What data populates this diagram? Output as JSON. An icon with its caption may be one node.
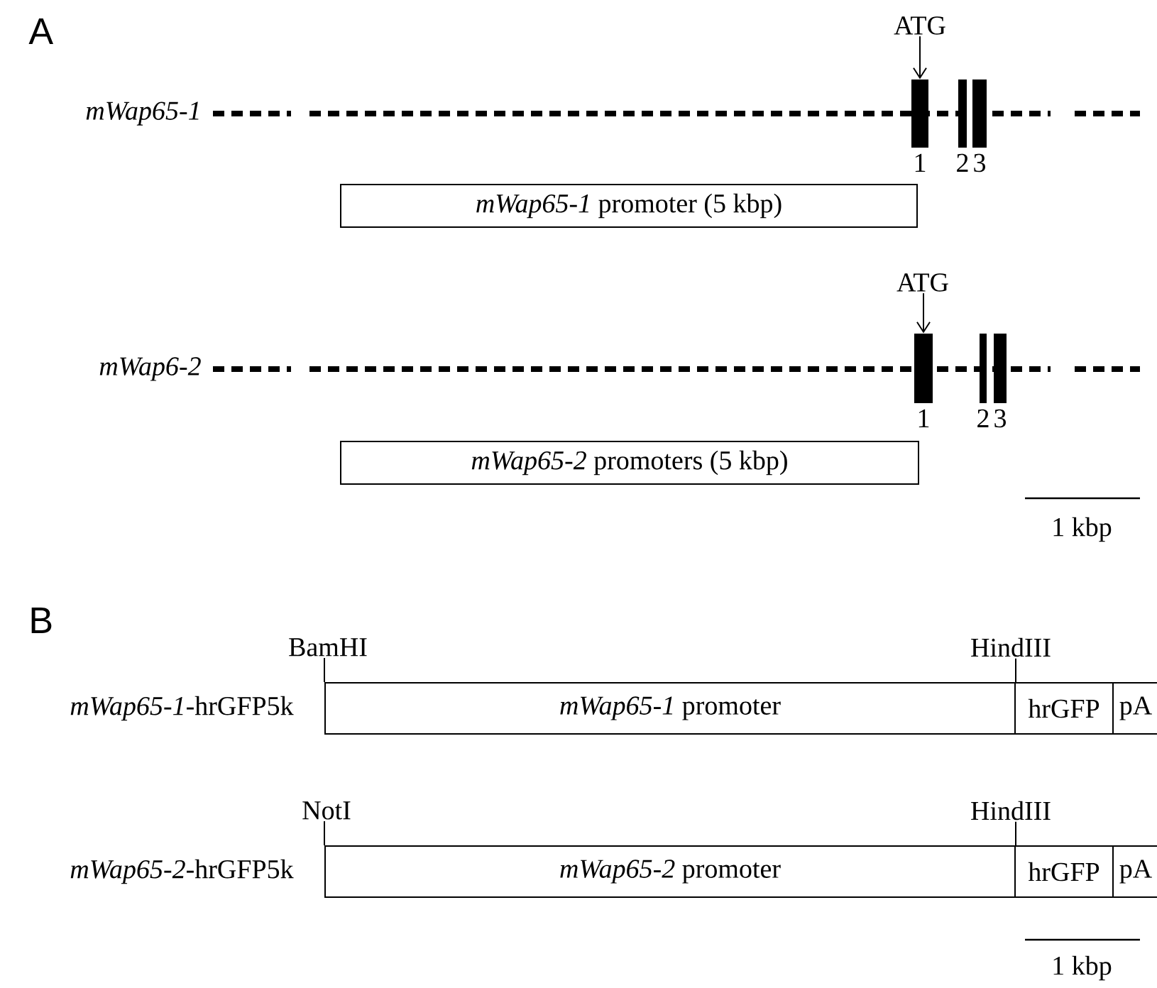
{
  "diagram": {
    "nodes": [
      {
        "text": [
          "ATG"
        ]
      },
      {
        "text": [],
        "shape": "bar",
        "beside": [
          "1"
        ]
      },
      {
        "text": [],
        "shape": "bar",
        "beside": [
          "2"
        ]
      },
      {
        "text": [],
        "shape": "bar",
        "beside": [
          "3"
        ]
      },
      {
        "text": [
          "*mWap65-1* promoter (5 kbp)"
        ]
      },
      {
        "text": [
          "ATG"
        ]
      },
      {
        "text": [],
        "shape": "bar",
        "beside": [
          "1"
        ]
      },
      {
        "text": [],
        "shape": "bar",
        "beside": [
          "2"
        ]
      },
      {
        "text": [],
        "shape": "bar",
        "beside": [
          "3"
        ]
      },
      {
        "text": [
          "*mWap65-2* promoters (5 kbp)"
        ]
      },
      {
        "text": [
          "BamHI"
        ]
      },
      {
        "text": [
          "HindIII"
        ]
      },
      {
        "text": [
          "*mWap65-1* promoter"
        ]
      },
      {
        "text": [
          "hrGFP"
        ]
      },
      {
        "text": [
          "pA"
        ]
      },
      {
        "text": [
          "NotI"
        ]
      },
      {
        "text": [
          "HindIII"
        ]
      },
      {
        "text": [
          "*mWap65-2* promoter"
        ]
      },
      {
        "text": [
          "hrGFP"
        ]
      },
      {
        "text": [
          "pA"
        ]
      }
    ],
    "edges": [
      {
        "from": 0,
        "to": 1,
        "arrow": "to"
      },
      {
        "from": 5,
        "to": 6,
        "arrow": "to"
      },
      {
        "from": 10,
        "to": 12,
        "arrow": "none"
      },
      {
        "from": 11,
        "to": 12,
        "arrow": "none"
      },
      {
        "from": 15,
        "to": 17,
        "arrow": "none"
      },
      {
        "from": 16,
        "to": 17,
        "arrow": "none"
      }
    ],
    "labels": [
      "A",
      "mWap65-1",
      "mWap6-2",
      "1 kbp",
      "B",
      "*mWap65-1*-hrGFP5k",
      "*mWap65-2*-hrGFP5k",
      "1 kbp"
    ]
  }
}
